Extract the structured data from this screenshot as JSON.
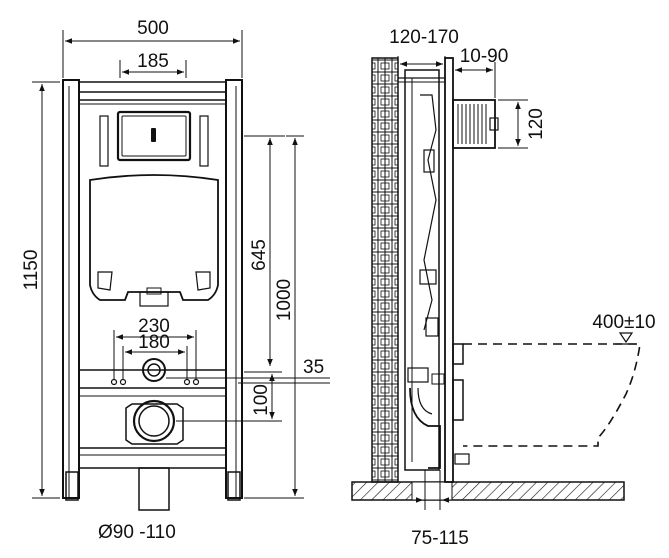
{
  "front_view": {
    "frame_width": "500",
    "flush_plate_width": "185",
    "frame_height": "1150",
    "plate_center_height": "645",
    "plate_top_height": "1000",
    "bracket_outer_spacing": "230",
    "bracket_inner_spacing": "180",
    "flush_pipe_offset": "35",
    "drain_height": "100",
    "drain_diameter": "Ø90 -110"
  },
  "side_view": {
    "wall_gap": "120-170",
    "plate_depth": "10-90",
    "plate_height": "120",
    "bowl_height": "400±10",
    "floor_offset": "75-115"
  }
}
